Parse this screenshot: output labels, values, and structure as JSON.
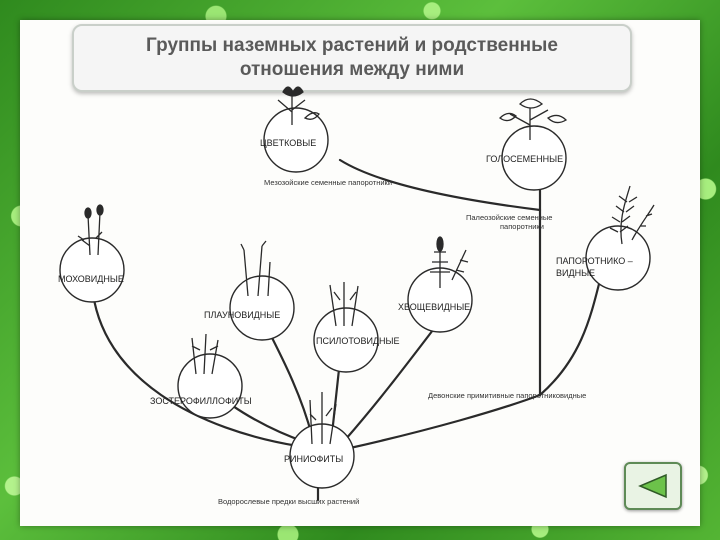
{
  "title": {
    "line1": "Группы наземных растений и родственные",
    "line2": "отношения между ними"
  },
  "nodes": {
    "flowering": "ЦВЕТКОВЫЕ",
    "gymnosperms": "ГОЛОСЕМЕННЫЕ",
    "ferns_1": "ПАПОРОТНИКО –",
    "ferns_2": "ВИДНЫЕ",
    "mosses": "МОХОВИДНЫЕ",
    "clubmosses": "ПЛАУНОВИДНЫЕ",
    "psilotes": "ПСИЛОТОВИДНЫЕ",
    "horsetails": "ХВОЩЕВИДНЫЕ",
    "zosterophylls": "ЗОСТЕРОФИЛЛОФИТЫ",
    "rhyniophytes": "РИНИОФИТЫ"
  },
  "annotations": {
    "mesozoic": "Мезозойские семенные папоротники",
    "paleozoic_1": "Палеозойские семенные",
    "paleozoic_2": "папоротники",
    "devonian": "Девонские примитивные папоротниковидные",
    "algal": "Водорослевые предки высших растений"
  },
  "colors": {
    "line": "#2a2a2a",
    "title_text": "#5a5a5a",
    "nav_arrow": "#6cc24a"
  },
  "icons": {
    "nav_back": "triangle-left-icon"
  }
}
